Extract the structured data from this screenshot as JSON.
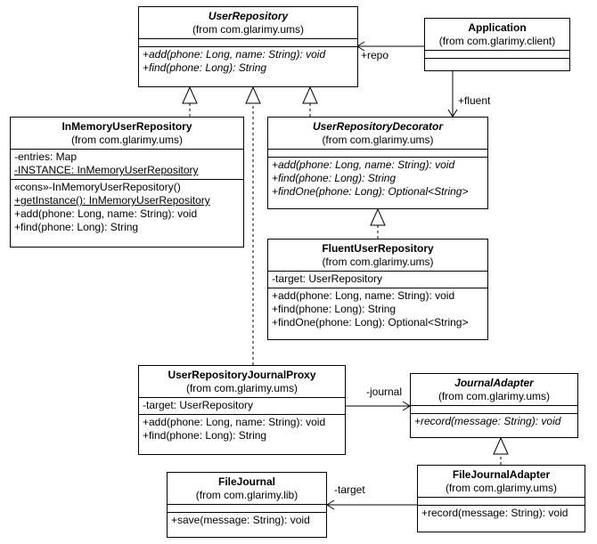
{
  "classes": {
    "user_repository": {
      "name": "UserRepository",
      "package": "(from com.glarimy.ums)",
      "methods": [
        "+add(phone: Long, name: String): void",
        "+find(phone: Long): String"
      ]
    },
    "application": {
      "name": "Application",
      "package": "(from com.glarimy.client)"
    },
    "in_memory": {
      "name": "InMemoryUserRepository",
      "package": "(from com.glarimy.ums)",
      "attributes": [
        "-entries: Map",
        "-INSTANCE: InMemoryUserRepository"
      ],
      "methods": [
        "«cons»-InMemoryUserRepository()",
        "+getInstance(): InMemoryUserRepository",
        "+add(phone: Long, name: String): void",
        "+find(phone: Long): String"
      ]
    },
    "decorator": {
      "name": "UserRepositoryDecorator",
      "package": "(from com.glarimy.ums)",
      "methods": [
        "+add(phone: Long, name: String): void",
        "+find(phone: Long): String",
        "+findOne(phone: Long): Optional<String>"
      ]
    },
    "fluent": {
      "name": "FluentUserRepository",
      "package": "(from com.glarimy.ums)",
      "attributes": [
        "-target: UserRepository"
      ],
      "methods": [
        "+add(phone: Long, name: String): void",
        "+find(phone: Long): String",
        "+findOne(phone: Long): Optional<String>"
      ]
    },
    "journal_proxy": {
      "name": "UserRepositoryJournalProxy",
      "package": "(from com.glarimy.ums)",
      "attributes": [
        "-target: UserRepository"
      ],
      "methods": [
        "+add(phone: Long, name: String): void",
        "+find(phone: Long): String"
      ]
    },
    "journal_adapter": {
      "name": "JournalAdapter",
      "package": "(from com.glarimy.ums)",
      "methods": [
        "+record(message: String): void"
      ]
    },
    "file_journal_adapter": {
      "name": "FileJournalAdapter",
      "package": "(from com.glarimy.ums)",
      "methods": [
        "+record(message: String): void"
      ]
    },
    "file_journal": {
      "name": "FileJournal",
      "package": "(from com.glarimy.lib)",
      "methods": [
        "+save(message: String): void"
      ]
    }
  },
  "relations": {
    "repo_label": "+repo",
    "fluent_label": "+fluent",
    "journal_label": "-journal",
    "target_label": "-target"
  }
}
